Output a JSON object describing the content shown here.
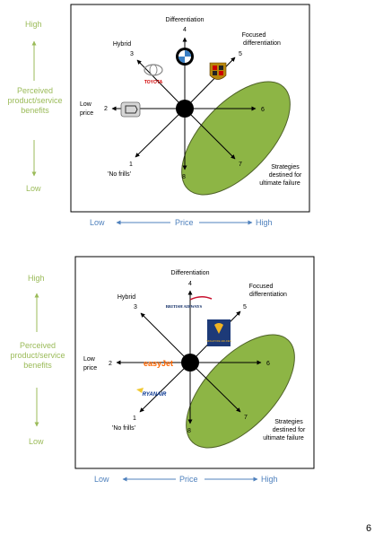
{
  "diagrams": [
    {
      "y_high": "High",
      "y_label_lines": [
        "Perceived",
        "product/service",
        "benefits"
      ],
      "y_low": "Low",
      "x_low": "Low",
      "x_mid": "Price",
      "x_high": "High",
      "routes": {
        "r1_num": "1",
        "r1_label": "'No frills'",
        "r2_num": "2",
        "r2_label_lines": [
          "Low",
          "price"
        ],
        "r3_num": "3",
        "r3_label": "Hybrid",
        "r4_num": "4",
        "r4_label": "Differentiation",
        "r5_num": "5",
        "r5_label_lines": [
          "Focused",
          "differentiation"
        ],
        "r6_num": "6",
        "r7_num": "7",
        "r8_num": "8"
      },
      "failure_lines": [
        "Strategies",
        "destined for",
        "ultimate failure"
      ],
      "logos": {
        "toyota": "TOYOTA",
        "bmw": "BMW",
        "porsche": "PORSCHE",
        "dacia": "DACIA"
      }
    },
    {
      "y_high": "High",
      "y_label_lines": [
        "Perceived",
        "product/service",
        "benefits"
      ],
      "y_low": "Low",
      "x_low": "Low",
      "x_mid": "Price",
      "x_high": "High",
      "routes": {
        "r1_num": "1",
        "r1_label": "'No frills'",
        "r2_num": "2",
        "r2_label_lines": [
          "Low",
          "price"
        ],
        "r3_num": "3",
        "r3_label": "Hybrid",
        "r4_num": "4",
        "r4_label": "Differentiation",
        "r5_num": "5",
        "r5_label_lines": [
          "Focused",
          "differentiation"
        ],
        "r6_num": "6",
        "r7_num": "7",
        "r8_num": "8"
      },
      "failure_lines": [
        "Strategies",
        "destined for",
        "ultimate failure"
      ],
      "logos": {
        "british_airways": "BRITISH AIRWAYS",
        "singapore": "SINGAPORE AIRLINES",
        "easyjet": "easyJet",
        "ryanair": "RYANAIR"
      }
    }
  ],
  "page_number": "6",
  "colors": {
    "green_text": "#9bbb59",
    "blue_text": "#4f81bd",
    "ellipse_fill": "#8db545",
    "ellipse_stroke": "#4f6228"
  }
}
